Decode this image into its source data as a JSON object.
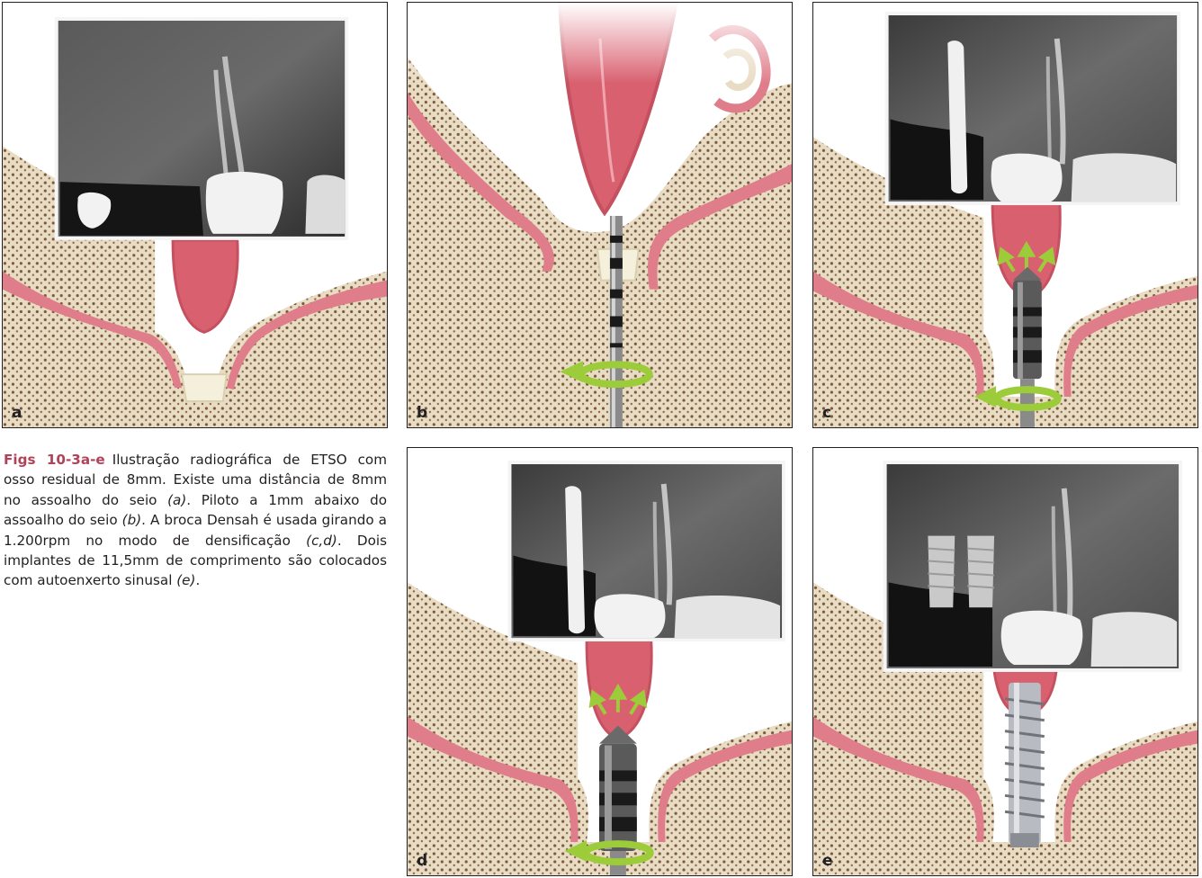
{
  "panels": {
    "a": {
      "label": "a"
    },
    "b": {
      "label": "b"
    },
    "c": {
      "label": "c"
    },
    "d": {
      "label": "d"
    },
    "e": {
      "label": "e"
    }
  },
  "caption": {
    "lead": "Figs 10-3a-e",
    "t1": "Ilustração radiográfica de ETSO com osso residual de 8mm. Existe uma distância de 8mm no assoalho do seio ",
    "ref_a": "(a)",
    "t2": ". Piloto a 1mm abaixo do assoalho do seio ",
    "ref_b": "(b)",
    "t3": ". A broca Densah é usada girando a 1.200rpm no modo de densificação ",
    "ref_cd": "(c,d)",
    "t4": ". Dois implantes de 11,5mm de comprimento são colocados com autoenxerto sinusal ",
    "ref_e": "(e)",
    "t5": "."
  },
  "colors": {
    "mucosa": "#e07d8a",
    "sinus": "#d9606f",
    "bone": "#e9dcc4",
    "trabecula": "#7a5a3a",
    "xray_dark": "#1a1a1a",
    "xray_white": "#f2f2f2",
    "arrow_green": "#9ccc3a",
    "caption_accent": "#b0435a"
  }
}
